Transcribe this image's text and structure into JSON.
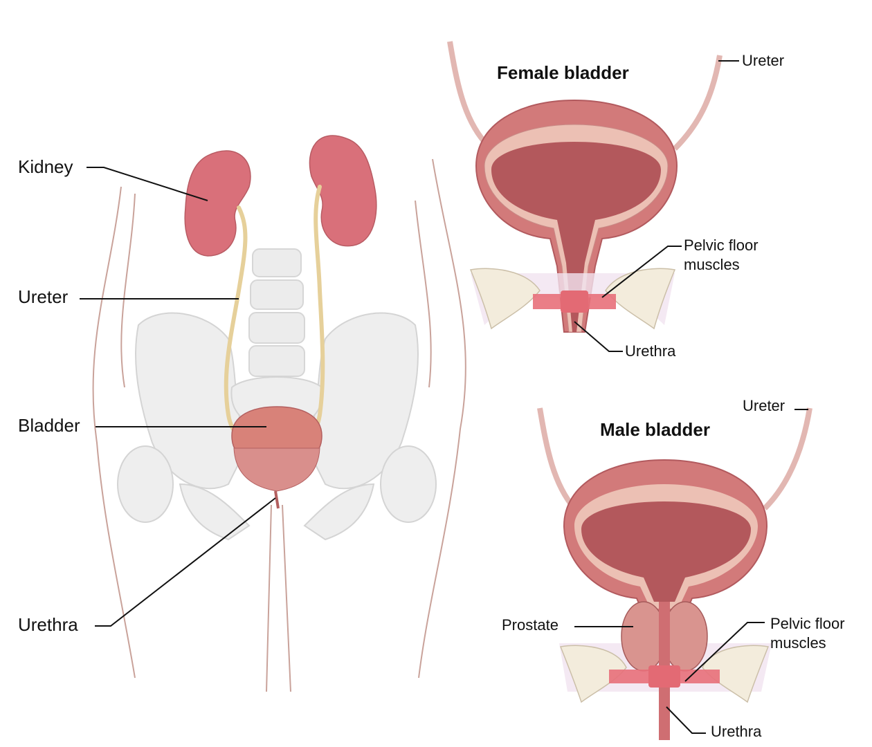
{
  "left_diagram": {
    "labels": {
      "kidney": "Kidney",
      "ureter": "Ureter",
      "bladder": "Bladder",
      "urethra": "Urethra"
    }
  },
  "female_bladder": {
    "title": "Female bladder",
    "labels": {
      "ureter": "Ureter",
      "pelvic_floor_line1": "Pelvic floor",
      "pelvic_floor_line2": "muscles",
      "urethra": "Urethra"
    }
  },
  "male_bladder": {
    "title": "Male bladder",
    "labels": {
      "ureter": "Ureter",
      "prostate": "Prostate",
      "pelvic_floor_line1": "Pelvic floor",
      "pelvic_floor_line2": "muscles",
      "urethra": "Urethra"
    }
  },
  "colors": {
    "kidney": "#d9707a",
    "ureter": "#e6d09a",
    "bladder_wall": "#c9656b",
    "bladder_lumen": "#b55a5e",
    "bone": "#f3ecdc",
    "skeleton": "#e9e9e9",
    "muscle": "#e8707a",
    "body_outline": "#c9a29a",
    "leader": "#111111"
  }
}
